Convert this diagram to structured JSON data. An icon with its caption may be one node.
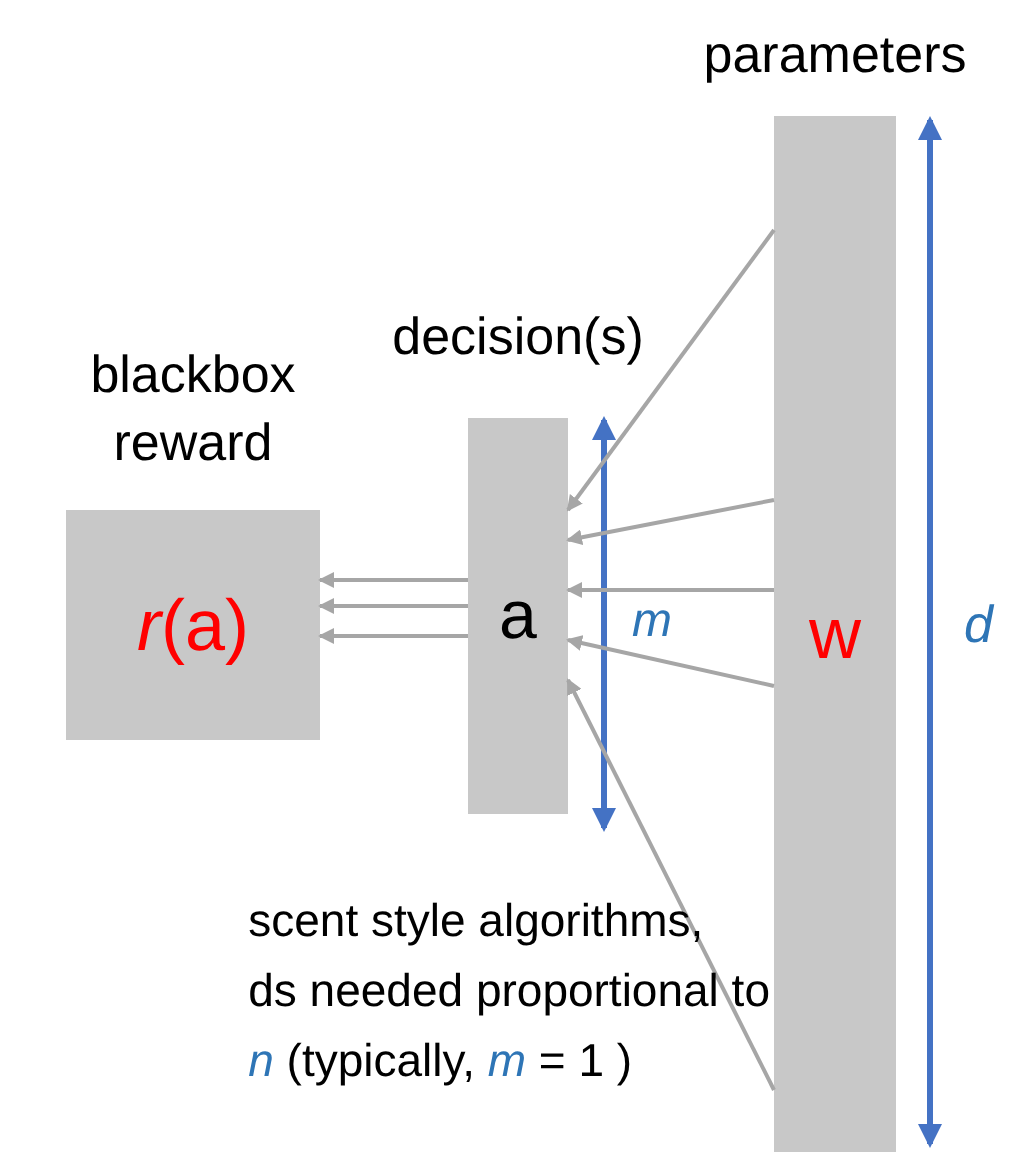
{
  "diagram": {
    "nodes": [
      {
        "text": [
          "blackbox reward",
          "*r*(a)"
        ]
      },
      {
        "text": [
          "decision(s)",
          "a"
        ]
      },
      {
        "text": [
          "parameters",
          "w"
        ]
      }
    ],
    "edges": [
      {
        "from": 1,
        "to": 0,
        "arrow": "to"
      },
      {
        "from": 1,
        "to": 0,
        "arrow": "to"
      },
      {
        "from": 1,
        "to": 0,
        "arrow": "to"
      },
      {
        "from": 2,
        "to": 1,
        "arrow": "to"
      },
      {
        "from": 2,
        "to": 1,
        "arrow": "to"
      },
      {
        "from": 2,
        "to": 1,
        "arrow": "to"
      },
      {
        "from": 2,
        "to": 1,
        "arrow": "to"
      },
      {
        "from": 2,
        "to": 1,
        "arrow": "to"
      }
    ],
    "labels": [
      "m",
      "d",
      "scent style algorithms,",
      "ds needed proportional to",
      "*n* (typically, *m* = 1 )"
    ]
  }
}
